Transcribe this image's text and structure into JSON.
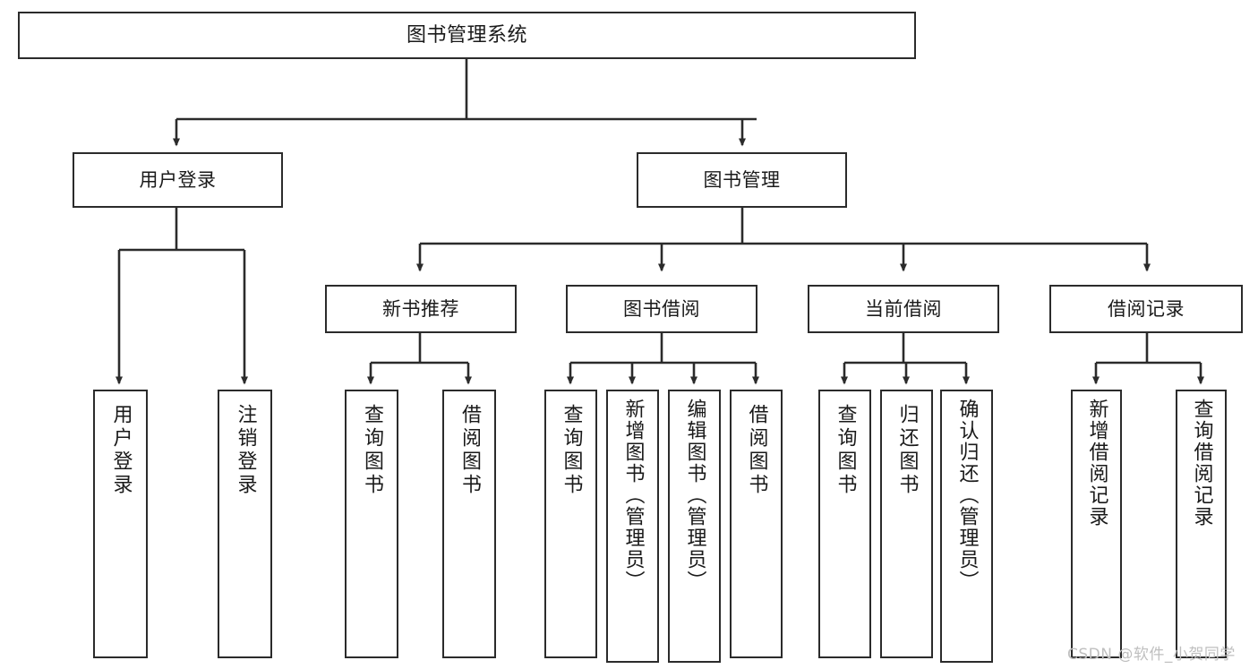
{
  "diagram": {
    "title": "图书管理系统",
    "type": "tree-hierarchy",
    "colors": {
      "box_border": "#2b2b2b",
      "box_fill": "#ffffff",
      "edge": "#2b2b2b",
      "text": "#1a1a1a",
      "watermark": "#bfbfbf",
      "background": "#ffffff"
    },
    "root": {
      "label": "图书管理系统"
    },
    "level1": [
      {
        "label": "用户登录"
      },
      {
        "label": "图书管理"
      }
    ],
    "level2": [
      {
        "label": "新书推荐"
      },
      {
        "label": "图书借阅"
      },
      {
        "label": "当前借阅"
      },
      {
        "label": "借阅记录"
      }
    ],
    "leaves": {
      "user_login": [
        {
          "label": "用户登录"
        },
        {
          "label": "注销登录"
        }
      ],
      "new_book_recommend": [
        {
          "label": "查询图书"
        },
        {
          "label": "借阅图书"
        }
      ],
      "book_borrow": [
        {
          "label": "查询图书"
        },
        {
          "label": "新增图书（管理员）"
        },
        {
          "label": "编辑图书（管理员）"
        },
        {
          "label": "借阅图书"
        }
      ],
      "current_borrow": [
        {
          "label": "查询图书"
        },
        {
          "label": "归还图书"
        },
        {
          "label": "确认归还（管理员）"
        }
      ],
      "borrow_record": [
        {
          "label": "新增借阅记录"
        },
        {
          "label": "查询借阅记录"
        }
      ]
    }
  },
  "watermark": {
    "text": "CSDN @软件_小贺同学"
  }
}
